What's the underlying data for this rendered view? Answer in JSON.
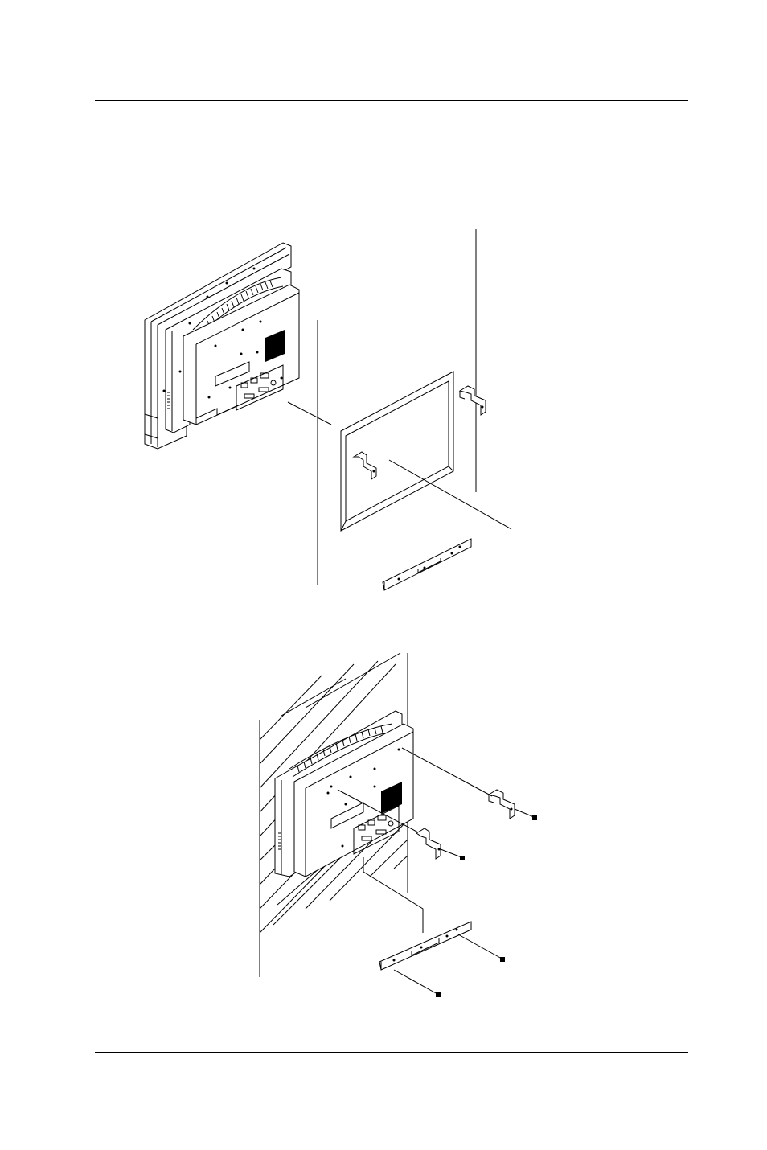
{
  "page": {
    "header_rule": true,
    "footer_rule": true
  },
  "figures": [
    {
      "id": "exploded-view",
      "components": [
        "panel-pc-rear",
        "wall-cutout-panel",
        "upper-bracket-left",
        "upper-bracket-right",
        "bottom-bracket",
        "wall-lines"
      ]
    },
    {
      "id": "assembled-view",
      "components": [
        "hatched-wall",
        "panel-pc-mounted",
        "bracket-right",
        "bracket-middle",
        "bottom-bracket",
        "screws"
      ]
    }
  ]
}
